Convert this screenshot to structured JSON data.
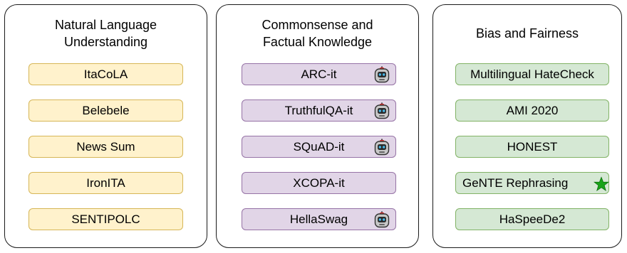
{
  "panels": [
    {
      "title": "Natural Language\nUnderstanding",
      "items": [
        {
          "label": "ItaCoLA"
        },
        {
          "label": "Belebele"
        },
        {
          "label": "News Sum"
        },
        {
          "label": "IronITA"
        },
        {
          "label": "SENTIPOLC"
        }
      ],
      "colors": {
        "fill": "#fff2cc",
        "border": "#d6b656"
      }
    },
    {
      "title": "Commonsense and\nFactual Knowledge",
      "items": [
        {
          "label": "ARC-it",
          "icon": "robot-icon"
        },
        {
          "label": "TruthfulQA-it",
          "icon": "robot-icon"
        },
        {
          "label": "SQuAD-it",
          "icon": "robot-icon"
        },
        {
          "label": "XCOPA-it"
        },
        {
          "label": "HellaSwag",
          "icon": "robot-icon"
        }
      ],
      "colors": {
        "fill": "#e1d5e7",
        "border": "#9673a6"
      }
    },
    {
      "title": "Bias and Fairness",
      "items": [
        {
          "label": "Multilingual HateCheck"
        },
        {
          "label": "AMI 2020"
        },
        {
          "label": "HONEST"
        },
        {
          "label": "GeNTE Rephrasing",
          "icon": "star-icon"
        },
        {
          "label": "HaSpeeDe2"
        }
      ],
      "colors": {
        "fill": "#d5e8d4",
        "border": "#82b366"
      }
    }
  ]
}
